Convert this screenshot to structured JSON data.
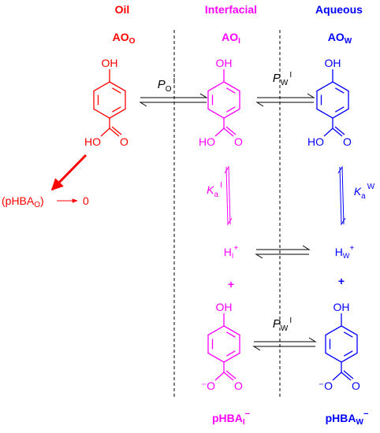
{
  "colors": {
    "oil": "#ff0000",
    "interfacial": "#ff00ff",
    "aqueous": "#0000ff",
    "neutral": "#000000"
  },
  "headers": {
    "oil": "Oil",
    "interfacial": "Interfacial",
    "aqueous": "Aqueous"
  },
  "species": {
    "ao_oil": {
      "base": "AO",
      "sub": "O"
    },
    "ao_int": {
      "base": "AO",
      "sub": "I"
    },
    "ao_aq": {
      "base": "AO",
      "sub": "W"
    },
    "phba_int": {
      "base": "pHBA",
      "sub": "I",
      "sup": "−"
    },
    "phba_aq": {
      "base": "pHBA",
      "sub": "W",
      "sup": "−"
    }
  },
  "atoms": {
    "oh": "OH",
    "ho": "HO",
    "o": "O",
    "o_minus": "⁻O"
  },
  "equilibria": {
    "p_oi": {
      "sym": "P",
      "sub": "O",
      "sup": "I"
    },
    "p_wi": {
      "sym": "P",
      "sub": "W",
      "sup": "I"
    },
    "p_wi2": {
      "sym": "P",
      "sub": "W",
      "sup": "I"
    },
    "ka_i": {
      "sym": "K",
      "sub": "a",
      "sup": "I"
    },
    "ka_w": {
      "sym": "K",
      "sub": "a",
      "sup": "W"
    }
  },
  "protons": {
    "h_int": {
      "base": "H",
      "sub": "I",
      "sup": "+"
    },
    "h_aq": {
      "base": "H",
      "sub": "W",
      "sup": "+"
    }
  },
  "plus": "+",
  "degradation": {
    "open": "(pHBA",
    "sub": "O",
    "close": ")",
    "result": "0"
  }
}
